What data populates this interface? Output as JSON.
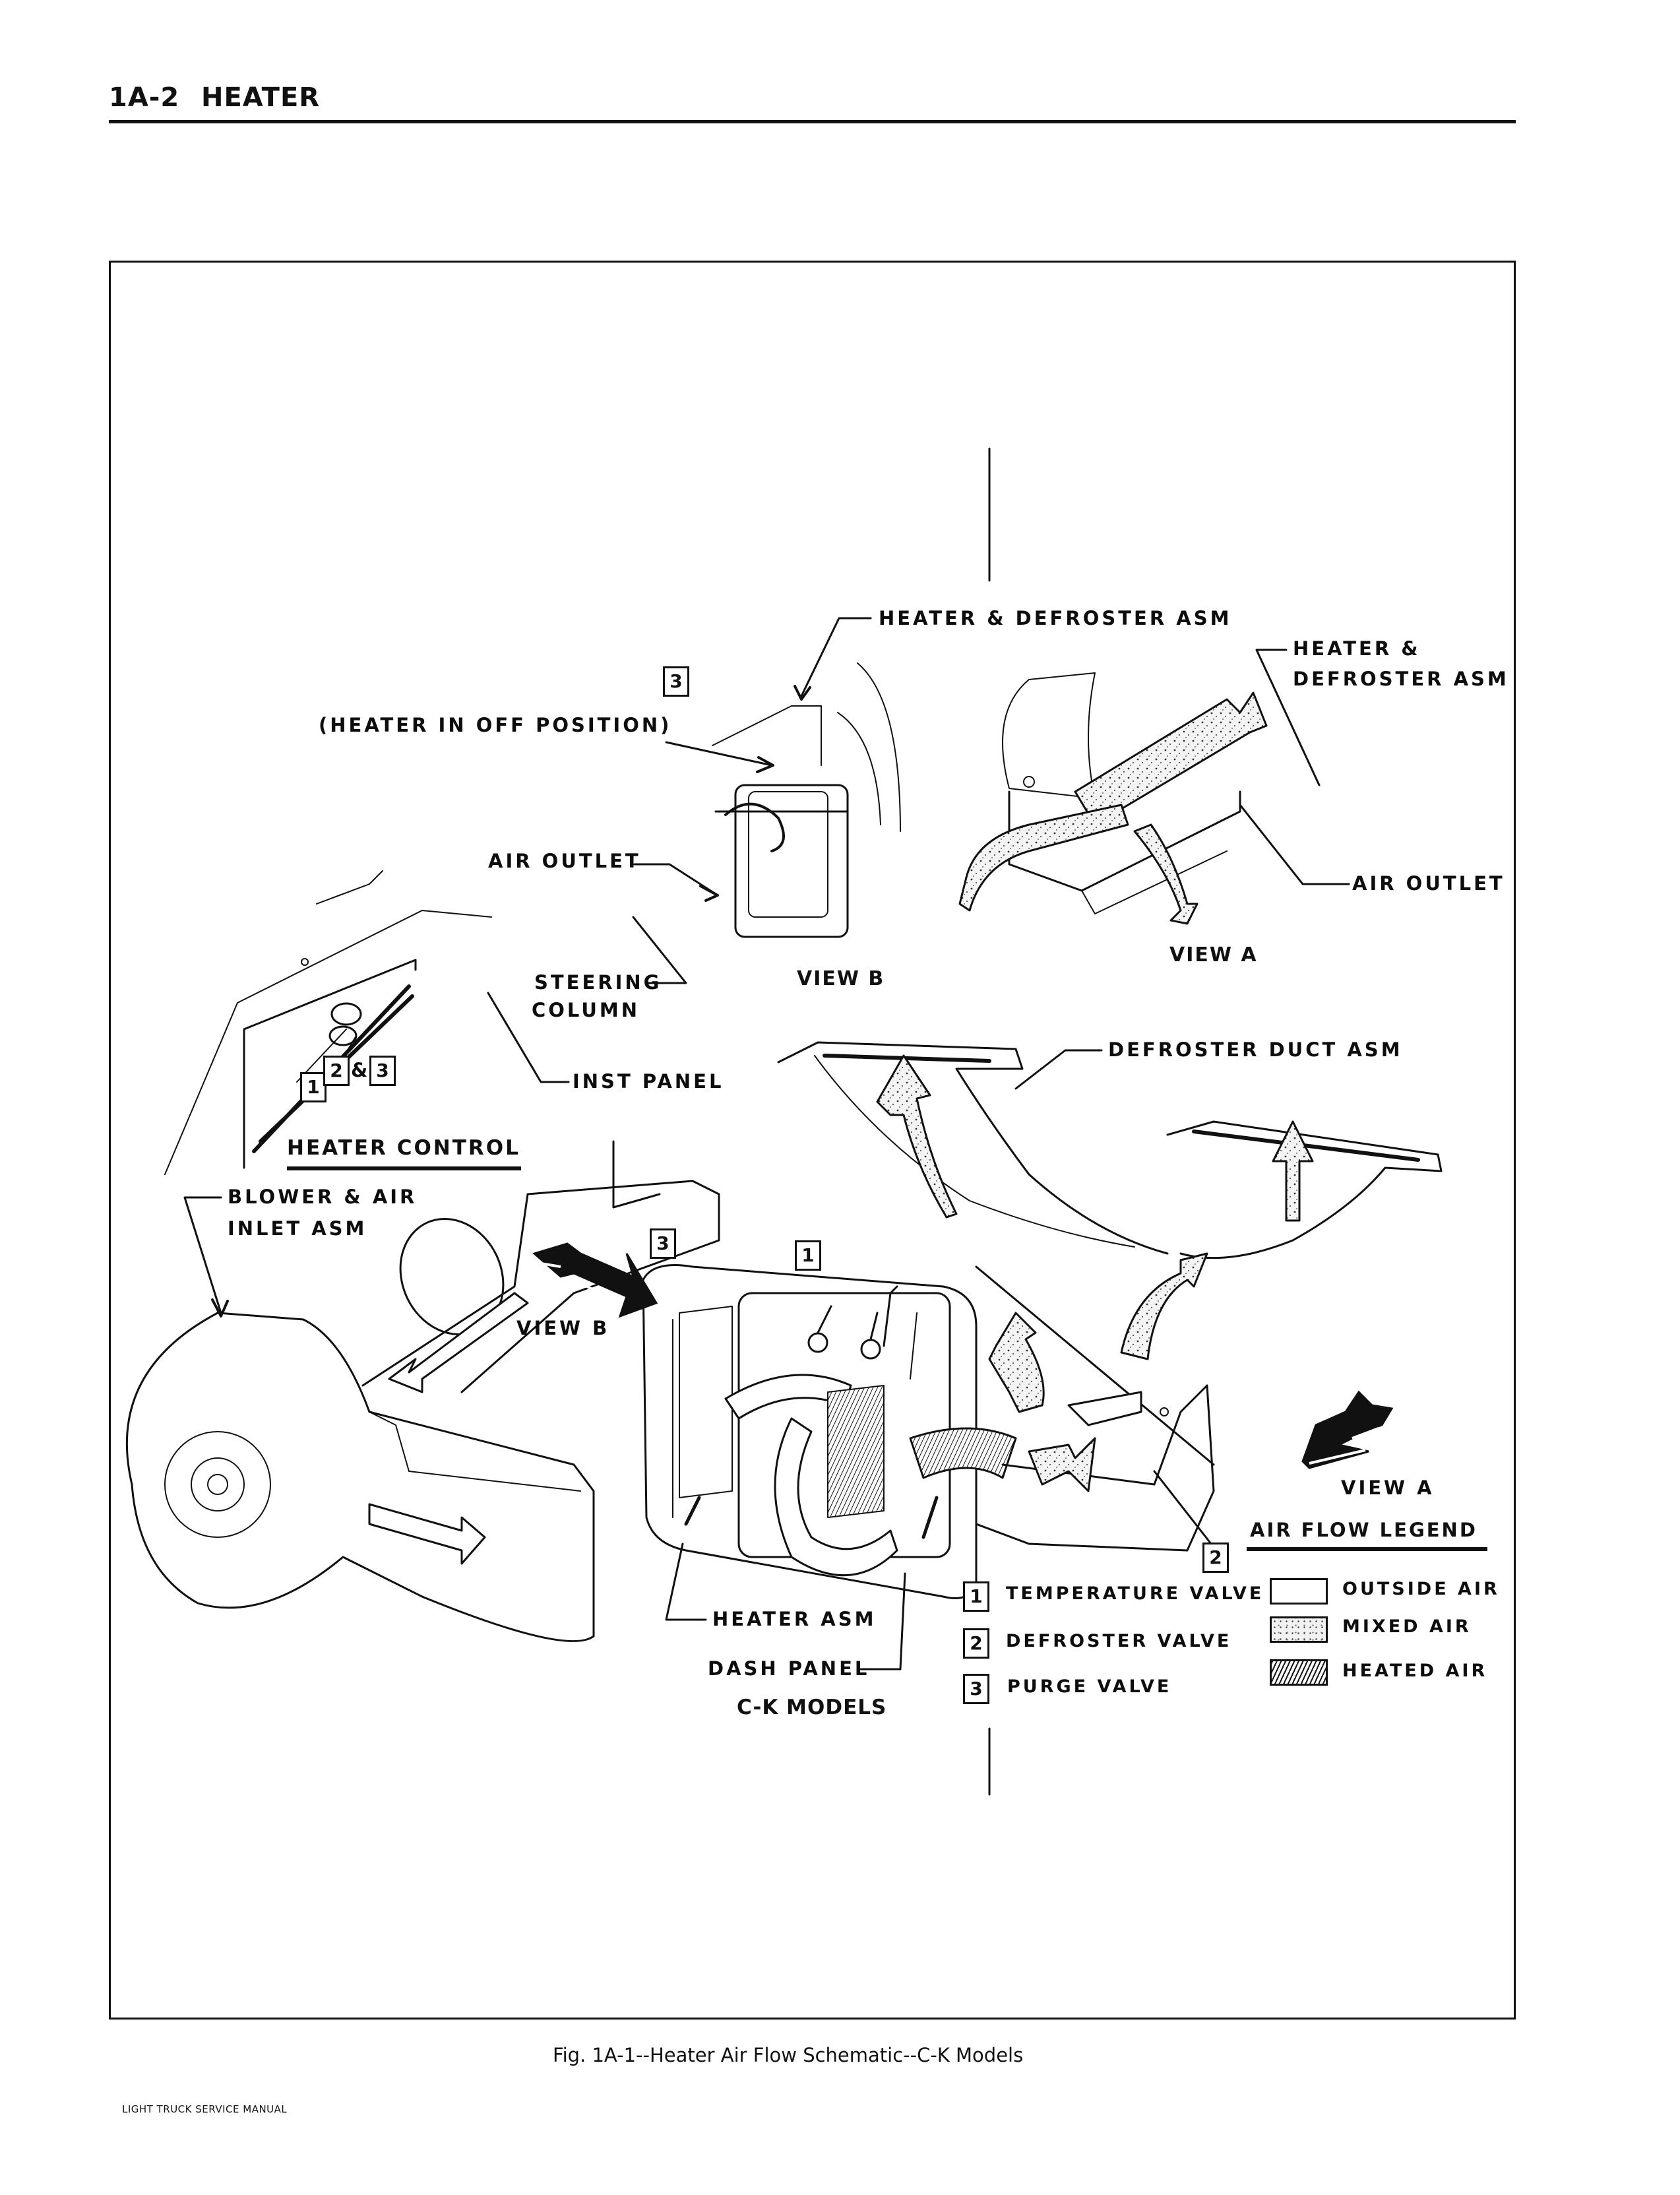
{
  "header": {
    "page_number": "1A-2",
    "section_title": "HEATER"
  },
  "figure": {
    "labels": {
      "heater_defroster_asm_top": "HEATER & DEFROSTER ASM",
      "heater_defroster_asm_right_line1": "HEATER &",
      "heater_defroster_asm_right_line2": "DEFROSTER ASM",
      "heater_off_position": "(HEATER IN OFF POSITION)",
      "air_outlet_left": "AIR OUTLET",
      "air_outlet_right": "AIR OUTLET",
      "view_b_top": "VIEW B",
      "view_a_top": "VIEW A",
      "steering_column_line1": "STEERING",
      "steering_column_line2": "COLUMN",
      "inst_panel": "INST PANEL",
      "defroster_duct_asm": "DEFROSTER DUCT ASM",
      "heater_control": "HEATER CONTROL",
      "blower_air_inlet_line1": "BLOWER & AIR",
      "blower_air_inlet_line2": "INLET ASM",
      "view_b_arrow": "VIEW  B",
      "view_a_arrow": "VIEW  A",
      "heater_asm": "HEATER ASM",
      "dash_panel": "DASH PANEL",
      "models": "C-K MODELS",
      "ampersand": "&"
    },
    "callouts": {
      "one": "1",
      "two": "2",
      "three": "3"
    },
    "valve_legend": [
      {
        "number": "1",
        "label": "TEMPERATURE VALVE"
      },
      {
        "number": "2",
        "label": "DEFROSTER VALVE"
      },
      {
        "number": "3",
        "label": "PURGE VALVE"
      }
    ],
    "air_flow_legend": {
      "title": "AIR FLOW LEGEND",
      "items": [
        {
          "pattern": "blank",
          "label": "OUTSIDE AIR"
        },
        {
          "pattern": "stippled",
          "label": "MIXED AIR"
        },
        {
          "pattern": "hatched",
          "label": "HEATED AIR"
        }
      ]
    },
    "caption": "Fig. 1A-1--Heater Air Flow Schematic--C-K Models"
  },
  "footer": {
    "manual_name": "LIGHT TRUCK SERVICE MANUAL"
  }
}
